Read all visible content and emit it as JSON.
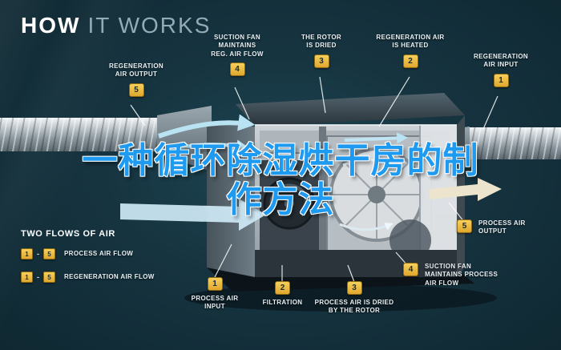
{
  "header": {
    "title_bold": "HOW",
    "title_light": "IT WORKS"
  },
  "overlay": {
    "line1": "一种循环除湿烘干房的制",
    "line2": "作方法"
  },
  "callouts": {
    "regen_output": {
      "number": "5",
      "line1": "REGENERATION",
      "line2": "AIR OUTPUT"
    },
    "suction_regen": {
      "number": "4",
      "line1": "SUCTION FAN",
      "line2": "MAINTAINS",
      "line3": "REG. AIR FLOW"
    },
    "rotor_dried": {
      "number": "3",
      "line1": "THE ROTOR",
      "line2": "IS DRIED"
    },
    "regen_heated": {
      "number": "2",
      "line1": "REGENERATION AIR",
      "line2": "IS HEATED"
    },
    "regen_input": {
      "number": "1",
      "line1": "REGENERATION",
      "line2": "AIR INPUT"
    },
    "process_output": {
      "number": "5",
      "line1": "PROCESS AIR",
      "line2": "OUTPUT"
    },
    "suction_process": {
      "number": "4",
      "line1": "SUCTION FAN",
      "line2": "MAINTAINS PROCESS",
      "line3": "AIR FLOW"
    },
    "process_input": {
      "number": "1",
      "line1": "PROCESS AIR",
      "line2": "INPUT"
    },
    "filtration": {
      "number": "2",
      "line1": "FILTRATION"
    },
    "process_dried": {
      "number": "3",
      "line1": "PROCESS AIR IS DRIED",
      "line2": "BY THE ROTOR"
    }
  },
  "legend": {
    "heading": "TWO FLOWS OF AIR",
    "rows": [
      {
        "start": "1",
        "sep": "-",
        "end": "5",
        "label": "PROCESS AIR FLOW"
      },
      {
        "start": "1",
        "sep": "-",
        "end": "5",
        "label": "REGENERATION AIR FLOW"
      }
    ]
  },
  "colors": {
    "background": "#16343f",
    "badge": "#eebc3f",
    "overlay_blue": "#1e9af0",
    "airflow_blue": "#b9e2f3",
    "output_cream": "#ece4cd"
  }
}
